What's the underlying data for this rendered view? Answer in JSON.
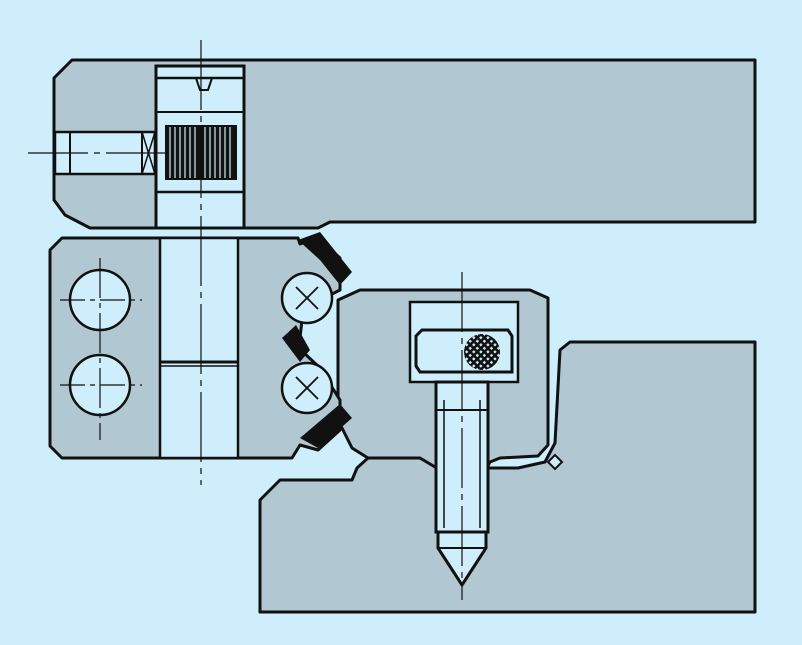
{
  "drawing": {
    "type": "technical cross-section",
    "colors": {
      "background": "#cdeefa",
      "section_fill": "#b1c8d2",
      "light_fill": "#cdeefa",
      "line": "#111111",
      "hatch": "#111111"
    },
    "components": [
      "upper-housing-section",
      "lower-right-housing-section",
      "left-carriage-block",
      "needle-roller-bearing",
      "cross-rollers",
      "roller-cage",
      "mounting-screw",
      "alignment-pins",
      "center-lines"
    ]
  }
}
